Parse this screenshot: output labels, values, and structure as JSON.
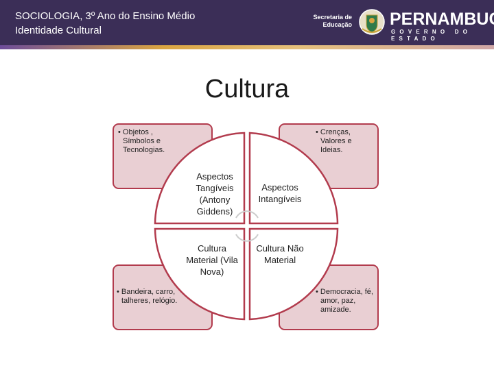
{
  "header": {
    "title": "SOCIOLOGIA, 3º Ano do Ensino Médio",
    "subtitle": "Identidade Cultural",
    "secretaria_line1": "Secretaria de",
    "secretaria_line2": "Educação",
    "state_name": "PERNAMBUCO",
    "state_sub": "GOVERNO DO ESTADO",
    "seal_icon": "pernambuco-coat-of-arms-icon"
  },
  "slide": {
    "title": "Cultura"
  },
  "corner_boxes": {
    "top_left": "• Objetos , Símbolos e Tecnologias.",
    "top_right": "• Crenças, Valores e Ideias.",
    "bottom_left": "• Bandeira, carro, talheres, relógio.",
    "bottom_right": "• Democracia, fé, amor, paz, amizade."
  },
  "quadrants": {
    "top_left": "Aspectos Tangíveis (Antony Giddens)",
    "top_right": "Aspectos Intangíveis",
    "bottom_left": "Cultura Material (Vila Nova)",
    "bottom_right": "Cultura Não Material"
  },
  "colors": {
    "header_bg": "#3b2e57",
    "box_fill": "#e9cfd3",
    "box_border": "#b23b4d",
    "circle_border": "#b23b4d"
  }
}
